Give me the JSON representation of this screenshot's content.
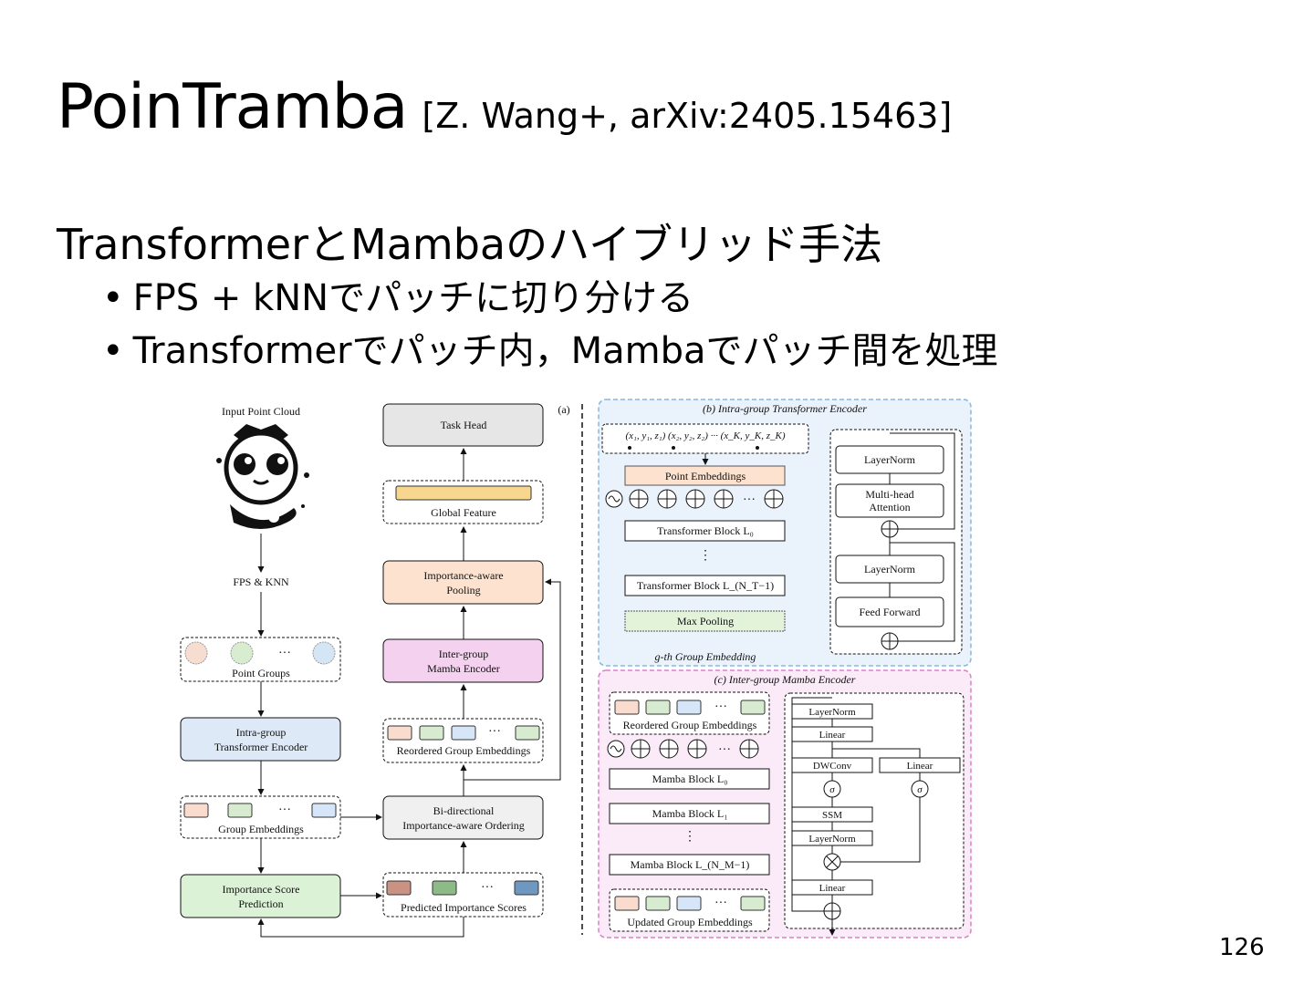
{
  "slide": {
    "title": "PoinTramba",
    "reference": "[Z. Wang+, arXiv:2405.15463]",
    "heading": "TransformerとMambaのハイブリッド手法",
    "bullets": [
      "FPS + kNNでパッチに切り分ける",
      "Transformerでパッチ内，Mambaでパッチ間を処理"
    ],
    "page_number": "126"
  },
  "figure": {
    "panel_a": {
      "tag": "(a)",
      "input_label": "Input Point Cloud",
      "fps_knn": "FPS & KNN",
      "point_groups": "Point Groups",
      "intra_encoder": [
        "Intra-group",
        "Transformer Encoder"
      ],
      "group_embeddings": "Group Embeddings",
      "importance_prediction": [
        "Importance Score",
        "Prediction"
      ],
      "predicted_scores": "Predicted Importance Scores",
      "bidirectional": [
        "Bi-directional",
        "Importance-aware Ordering"
      ],
      "reordered": "Reordered Group Embeddings",
      "inter_encoder": [
        "Inter-group",
        "Mamba Encoder"
      ],
      "pooling": [
        "Importance-aware",
        "Pooling"
      ],
      "global_feature": "Global Feature",
      "task_head": "Task Head",
      "dots": "···"
    },
    "panel_b": {
      "title": "(b) Intra-group Transformer Encoder",
      "coords": "(x₁, y₁, z₁) (x₂, y₂, z₂) ··· (x_K, y_K, z_K)",
      "point_embeddings": "Point Embeddings",
      "transformer_block_0": "Transformer Block  L₀",
      "transformer_block_n": "Transformer Block  L_(N_T−1)",
      "max_pooling": "Max Pooling",
      "gth_embedding": "g-th Group Embedding",
      "layernorm": "LayerNorm",
      "mha": [
        "Multi-head",
        "Attention"
      ],
      "feed_forward": "Feed Forward"
    },
    "panel_c": {
      "title": "(c) Inter-group Mamba Encoder",
      "reordered": "Reordered Group Embeddings",
      "mamba_block_0": "Mamba Block    L₀",
      "mamba_block_1": "Mamba Block    L₁",
      "mamba_block_n": "Mamba Block    L_(N_M−1)",
      "updated": "Updated Group Embeddings",
      "layernorm": "LayerNorm",
      "linear": "Linear",
      "dwconv": "DWConv",
      "ssm": "SSM",
      "sigma": "σ"
    },
    "colors": {
      "task_head": "#e6e6e6",
      "pooling": "#fde3cf",
      "inter": "#f3d1ef",
      "intra": "#dde9f7",
      "prediction": "#dcf2d6",
      "panel_b_bg": "#eaf2fb",
      "panel_b_border": "#8ab6e0",
      "panel_c_bg": "#fbeaf7",
      "panel_c_border": "#df7fc8",
      "emb_1": "#f9dccd",
      "emb_2": "#d7ebd0",
      "emb_3": "#d6e6f8",
      "score_1": "#c99282",
      "score_2": "#8dbb87",
      "score_3": "#6e98c0"
    }
  }
}
